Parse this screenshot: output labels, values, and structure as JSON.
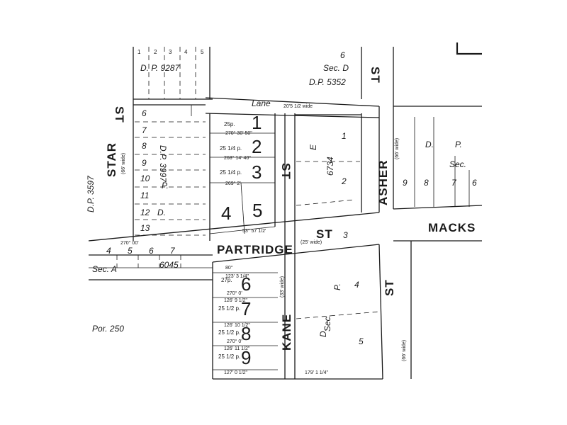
{
  "streets": {
    "star": "STAR",
    "star_st": "ST",
    "star_width": "(66' wide)",
    "asher": "ASHER",
    "asher_st": "ST",
    "asher_width": "(66' wide)",
    "kane": "KANE",
    "kane_st": "ST",
    "kane_width": "(33' wide)",
    "partridge": "PARTRIDGE",
    "partridge_st": "ST",
    "partridge_width": "(25' wide)",
    "macks": "MACKS",
    "top_st": "ST",
    "right_st": "ST",
    "right_width": "(66' wide)",
    "lane": "Lane",
    "lane_width": "20'5 1/2 wide"
  },
  "plans": {
    "dp9287": "D.  P.  9287",
    "dp5352": "D.P. 5352",
    "sec_d": "Sec. D",
    "lot6_top": "6",
    "dp3997_vert": "D.P. 3997",
    "dp3597_left": "D.P. 3597",
    "dp_right_d": "D.",
    "dp_right_p": "P.",
    "sec_right": "Sec.",
    "dp6734": "6734",
    "dp6734_e": "E",
    "sec_a": "Sec. A",
    "dp6045": "6045",
    "dp_p_mid": "D.",
    "dp_p_mid2": "P.",
    "sec_lower": "Sec.",
    "por": "Por. 250",
    "lower_d": "D.",
    "lower_p": "P."
  },
  "lots": {
    "main": [
      "1",
      "2",
      "3",
      "4",
      "5",
      "6",
      "7",
      "8",
      "9"
    ],
    "star_block": [
      "6",
      "7",
      "8",
      "9",
      "10",
      "11",
      "12",
      "13"
    ],
    "top_row": [
      "1",
      "2",
      "3",
      "4",
      "5"
    ],
    "partridge_row": [
      "4",
      "5",
      "6",
      "7"
    ],
    "asher_block": [
      "9",
      "8",
      "7",
      "6"
    ],
    "e_block": [
      "1",
      "2",
      "3"
    ],
    "lower_e": [
      "4",
      "5"
    ]
  },
  "areas": {
    "lot1": "25p.",
    "lot2": "25 1/4 p.",
    "lot3": "25 1/4 p.",
    "lot6": "27p.",
    "lot7": "25 1/2 p.",
    "lot8": "25 1/2 p.",
    "lot9": "25 1/2 p."
  },
  "bearings": {
    "b1": "270° 30' 50\"",
    "b2": "268° 14' 40\"",
    "b3": "269° 2'",
    "b4": "270° 00'",
    "b5": "270° 0'",
    "b6": "270° 0'",
    "b7": "126' 9 1/2\"",
    "b8": "126' 10 1/2\"",
    "b9": "126' 11 1/2\"",
    "b10": "127' 0 1/2\"",
    "b11": "179' 1 1/4\"",
    "b12": "80°",
    "b13": "53° 57 1/2'",
    "b14": "123' 3 1/4\""
  }
}
